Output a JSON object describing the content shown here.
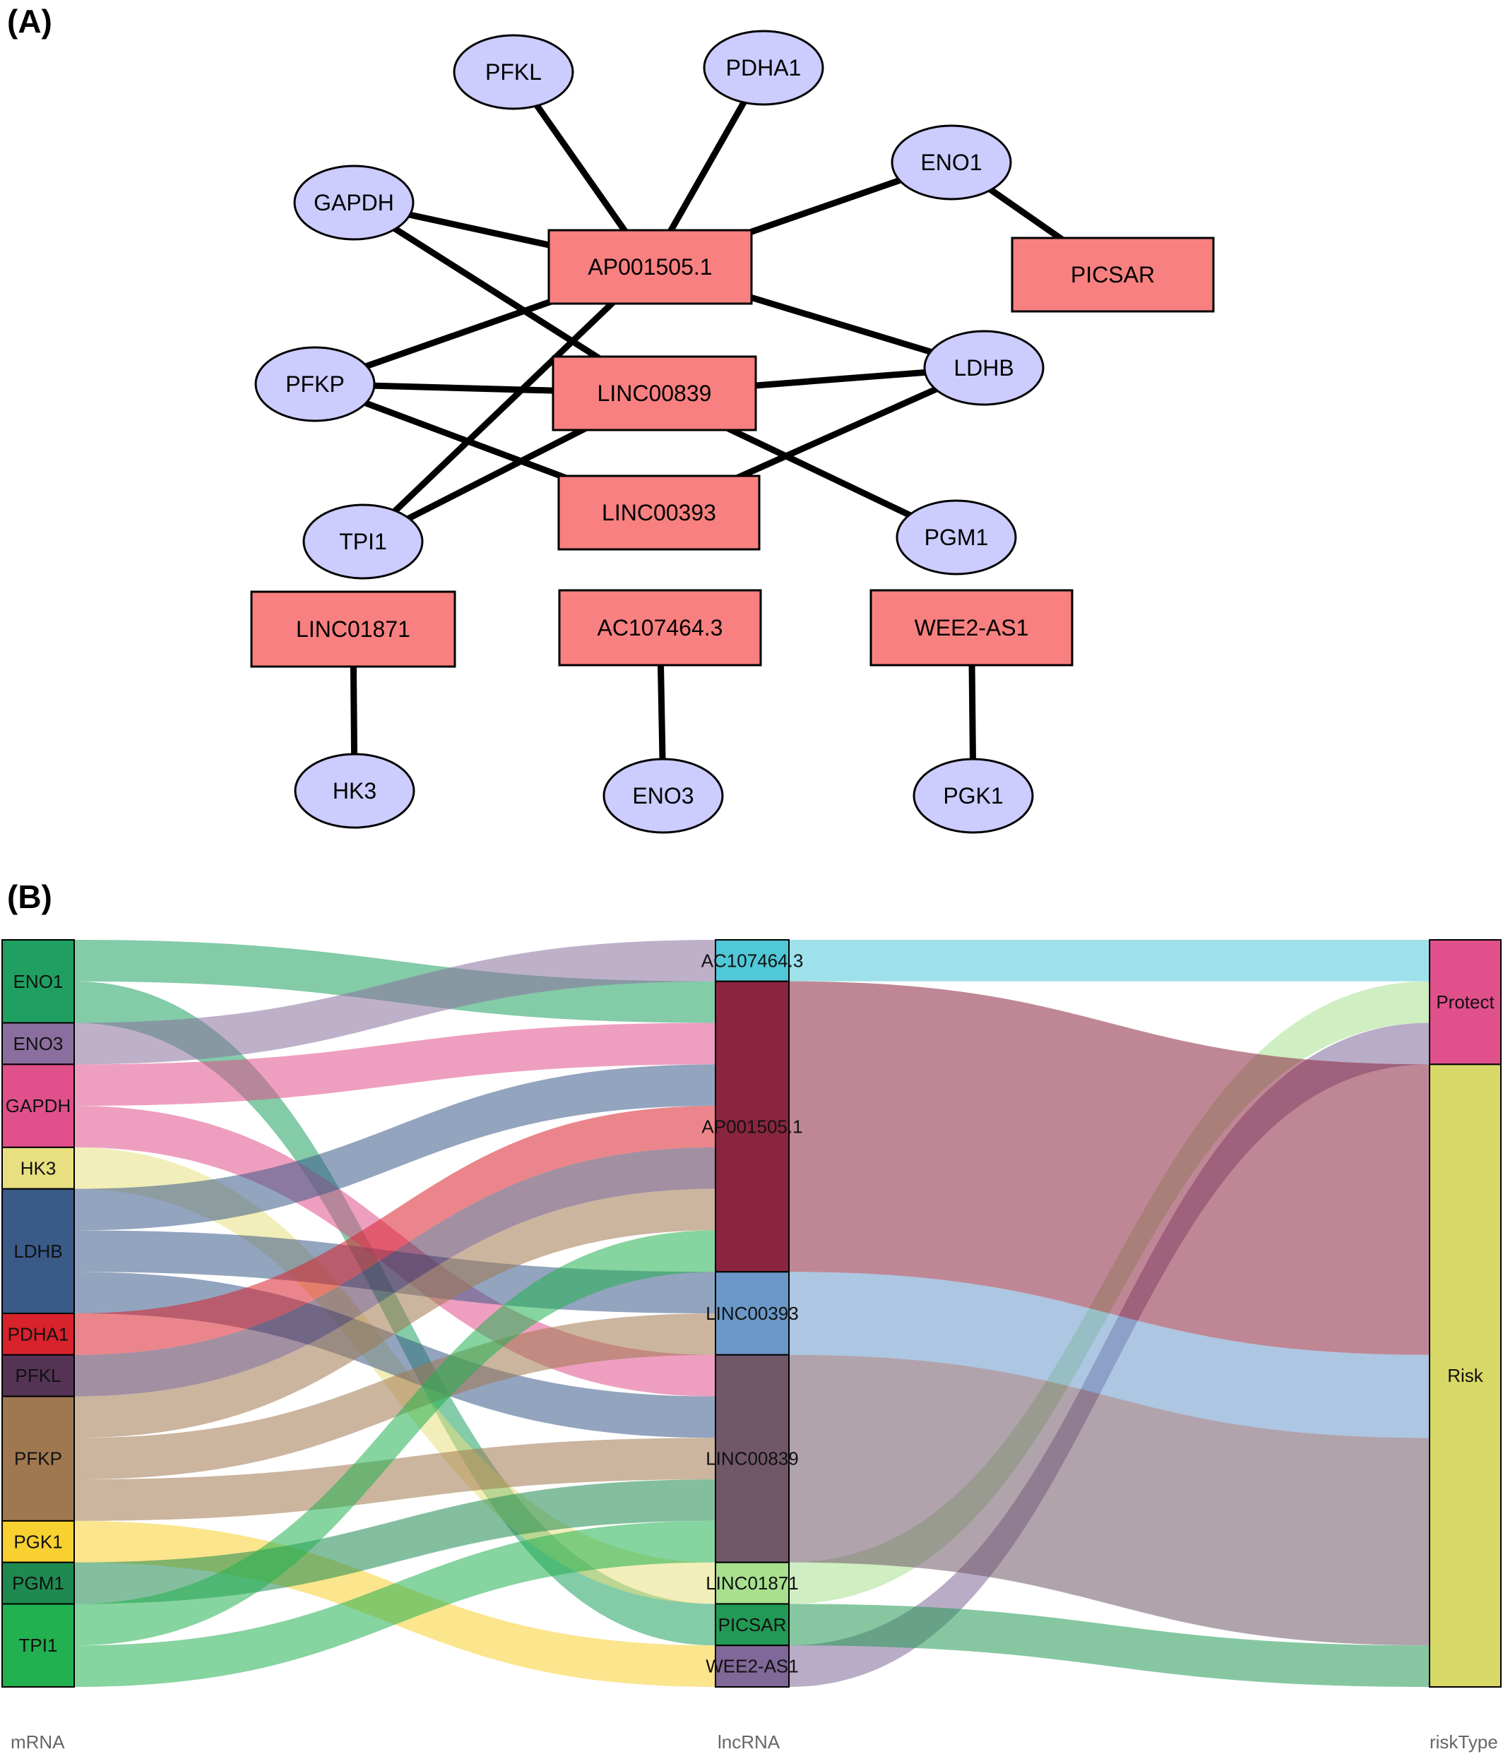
{
  "panels": {
    "a_label": "(A)",
    "b_label": "(B)"
  },
  "network": {
    "rect_color": "#f88080",
    "ellipse_color": "#ccccff",
    "lncrna": [
      "AP001505.1",
      "LINC00839",
      "LINC00393",
      "PICSAR",
      "LINC01871",
      "AC107464.3",
      "WEE2-AS1"
    ],
    "mrna": [
      "PFKL",
      "PDHA1",
      "ENO1",
      "GAPDH",
      "LDHB",
      "PFKP",
      "TPI1",
      "PGM1",
      "HK3",
      "ENO3",
      "PGK1"
    ],
    "edges": [
      [
        "AP001505.1",
        "PFKL"
      ],
      [
        "AP001505.1",
        "PDHA1"
      ],
      [
        "AP001505.1",
        "ENO1"
      ],
      [
        "AP001505.1",
        "GAPDH"
      ],
      [
        "AP001505.1",
        "LDHB"
      ],
      [
        "AP001505.1",
        "PFKP"
      ],
      [
        "AP001505.1",
        "TPI1"
      ],
      [
        "LINC00839",
        "GAPDH"
      ],
      [
        "LINC00839",
        "PFKP"
      ],
      [
        "LINC00839",
        "LDHB"
      ],
      [
        "LINC00839",
        "TPI1"
      ],
      [
        "LINC00839",
        "PGM1"
      ],
      [
        "LINC00393",
        "PFKP"
      ],
      [
        "LINC00393",
        "LDHB"
      ],
      [
        "PICSAR",
        "ENO1"
      ],
      [
        "LINC01871",
        "HK3"
      ],
      [
        "AC107464.3",
        "ENO3"
      ],
      [
        "WEE2-AS1",
        "PGK1"
      ]
    ]
  },
  "sankey": {
    "axis_labels": {
      "left": "mRNA",
      "middle": "lncRNA",
      "right": "riskType"
    },
    "mrna": [
      {
        "name": "ENO1",
        "color": "#1fa060"
      },
      {
        "name": "ENO3",
        "color": "#8a6f9e"
      },
      {
        "name": "GAPDH",
        "color": "#e0508a"
      },
      {
        "name": "HK3",
        "color": "#e8e080"
      },
      {
        "name": "LDHB",
        "color": "#3a5a88"
      },
      {
        "name": "PDHA1",
        "color": "#d8222c"
      },
      {
        "name": "PFKL",
        "color": "#553355"
      },
      {
        "name": "PFKP",
        "color": "#a07850"
      },
      {
        "name": "PGK1",
        "color": "#f8d030"
      },
      {
        "name": "PGM1",
        "color": "#1e8a50"
      },
      {
        "name": "TPI1",
        "color": "#22b050"
      }
    ],
    "lncrna": [
      {
        "name": "AC107464.3",
        "color": "#50c8d8"
      },
      {
        "name": "AP001505.1",
        "color": "#8a2540"
      },
      {
        "name": "LINC00393",
        "color": "#6a98c8"
      },
      {
        "name": "LINC00839",
        "color": "#705868"
      },
      {
        "name": "LINC01871",
        "color": "#a8e090"
      },
      {
        "name": "PICSAR",
        "color": "#229955"
      },
      {
        "name": "WEE2-AS1",
        "color": "#806898"
      }
    ],
    "risk": [
      {
        "name": "Protect",
        "color": "#e0508a"
      },
      {
        "name": "Risk",
        "color": "#d8d866"
      }
    ],
    "links_left": [
      {
        "source": "ENO1",
        "target": "AP001505.1"
      },
      {
        "source": "ENO1",
        "target": "PICSAR"
      },
      {
        "source": "ENO3",
        "target": "AC107464.3"
      },
      {
        "source": "GAPDH",
        "target": "AP001505.1"
      },
      {
        "source": "GAPDH",
        "target": "LINC00839"
      },
      {
        "source": "HK3",
        "target": "LINC01871"
      },
      {
        "source": "LDHB",
        "target": "AP001505.1"
      },
      {
        "source": "LDHB",
        "target": "LINC00393"
      },
      {
        "source": "LDHB",
        "target": "LINC00839"
      },
      {
        "source": "PDHA1",
        "target": "AP001505.1"
      },
      {
        "source": "PFKL",
        "target": "AP001505.1"
      },
      {
        "source": "PFKP",
        "target": "AP001505.1"
      },
      {
        "source": "PFKP",
        "target": "LINC00393"
      },
      {
        "source": "PFKP",
        "target": "LINC00839"
      },
      {
        "source": "PGK1",
        "target": "WEE2-AS1"
      },
      {
        "source": "PGM1",
        "target": "LINC00839"
      },
      {
        "source": "TPI1",
        "target": "AP001505.1"
      },
      {
        "source": "TPI1",
        "target": "LINC00839"
      }
    ],
    "links_right": [
      {
        "source": "AC107464.3",
        "target": "Protect"
      },
      {
        "source": "AP001505.1",
        "target": "Risk"
      },
      {
        "source": "LINC00393",
        "target": "Risk"
      },
      {
        "source": "LINC00839",
        "target": "Risk"
      },
      {
        "source": "LINC01871",
        "target": "Protect"
      },
      {
        "source": "PICSAR",
        "target": "Risk"
      },
      {
        "source": "WEE2-AS1",
        "target": "Protect"
      }
    ]
  }
}
